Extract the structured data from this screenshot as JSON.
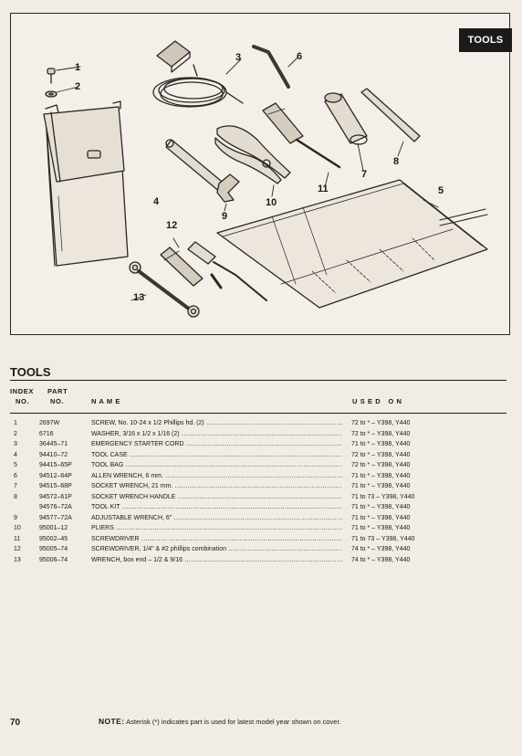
{
  "illustration": {
    "badge": "TOOLS",
    "callouts": [
      "1",
      "2",
      "3",
      "4",
      "5",
      "6",
      "7",
      "8",
      "9",
      "10",
      "11",
      "12",
      "13"
    ]
  },
  "section": {
    "title": "TOOLS"
  },
  "table": {
    "headers": {
      "index_line1": "INDEX",
      "index_line2": "NO.",
      "part_line1": "PART",
      "part_line2": "NO.",
      "name": "N A M E",
      "used_on": "U S E D   O N"
    },
    "rows": [
      {
        "index": "1",
        "part": "2697W",
        "name": "SCREW, No. 10-24 x 1/2 Phillips hd. (2)",
        "used_on": "72 to * – Y398, Y440"
      },
      {
        "index": "2",
        "part": "6716",
        "name": "WASHER, 3/16 x 1/2 x 1/16 (2)",
        "used_on": "72 to * – Y398, Y440"
      },
      {
        "index": "3",
        "part": "36445–71",
        "name": "EMERGENCY STARTER CORD",
        "used_on": "71 to * – Y398, Y440"
      },
      {
        "index": "4",
        "part": "94410–72",
        "name": "TOOL CASE",
        "used_on": "72 to * – Y398, Y440"
      },
      {
        "index": "5",
        "part": "94415–65P",
        "name": "TOOL BAG",
        "used_on": "72 to * – Y398, Y440"
      },
      {
        "index": "6",
        "part": "94512–64P",
        "name": "ALLEN WRENCH, 6 mm.",
        "used_on": "71 to * – Y398, Y440"
      },
      {
        "index": "7",
        "part": "94515–68P",
        "name": "SOCKET WRENCH, 21 mm.",
        "used_on": "71 to * – Y398, Y440"
      },
      {
        "index": "8",
        "part": "94572–61P",
        "name": "SOCKET WRENCH HANDLE",
        "used_on": "71 to 73 – Y398, Y440"
      },
      {
        "index": "",
        "part": "94576–72A",
        "name": "TOOL KIT",
        "used_on": "71 to * – Y398, Y440"
      },
      {
        "index": "9",
        "part": "94577–72A",
        "name": "ADJUSTABLE WRENCH, 6\"",
        "used_on": "71 to * – Y398, Y440"
      },
      {
        "index": "10",
        "part": "95001–12",
        "name": "PLIERS",
        "used_on": "71 to * – Y398, Y440"
      },
      {
        "index": "11",
        "part": "95002–45",
        "name": "SCREWDRIVER",
        "used_on": "71 to 73 – Y398, Y440"
      },
      {
        "index": "12",
        "part": "95005–74",
        "name": "SCREWDRIVER, 1/4\" & #2 phillips combination",
        "used_on": "74 to * – Y398, Y440"
      },
      {
        "index": "13",
        "part": "95006–74",
        "name": "WRENCH, box end – 1/2 & 9/16",
        "used_on": "74 to * – Y398, Y440"
      }
    ]
  },
  "footer": {
    "page_number": "70",
    "note_label": "NOTE:",
    "note_text": " Asterisk (*) indicates part is used for latest model year shown on cover."
  }
}
